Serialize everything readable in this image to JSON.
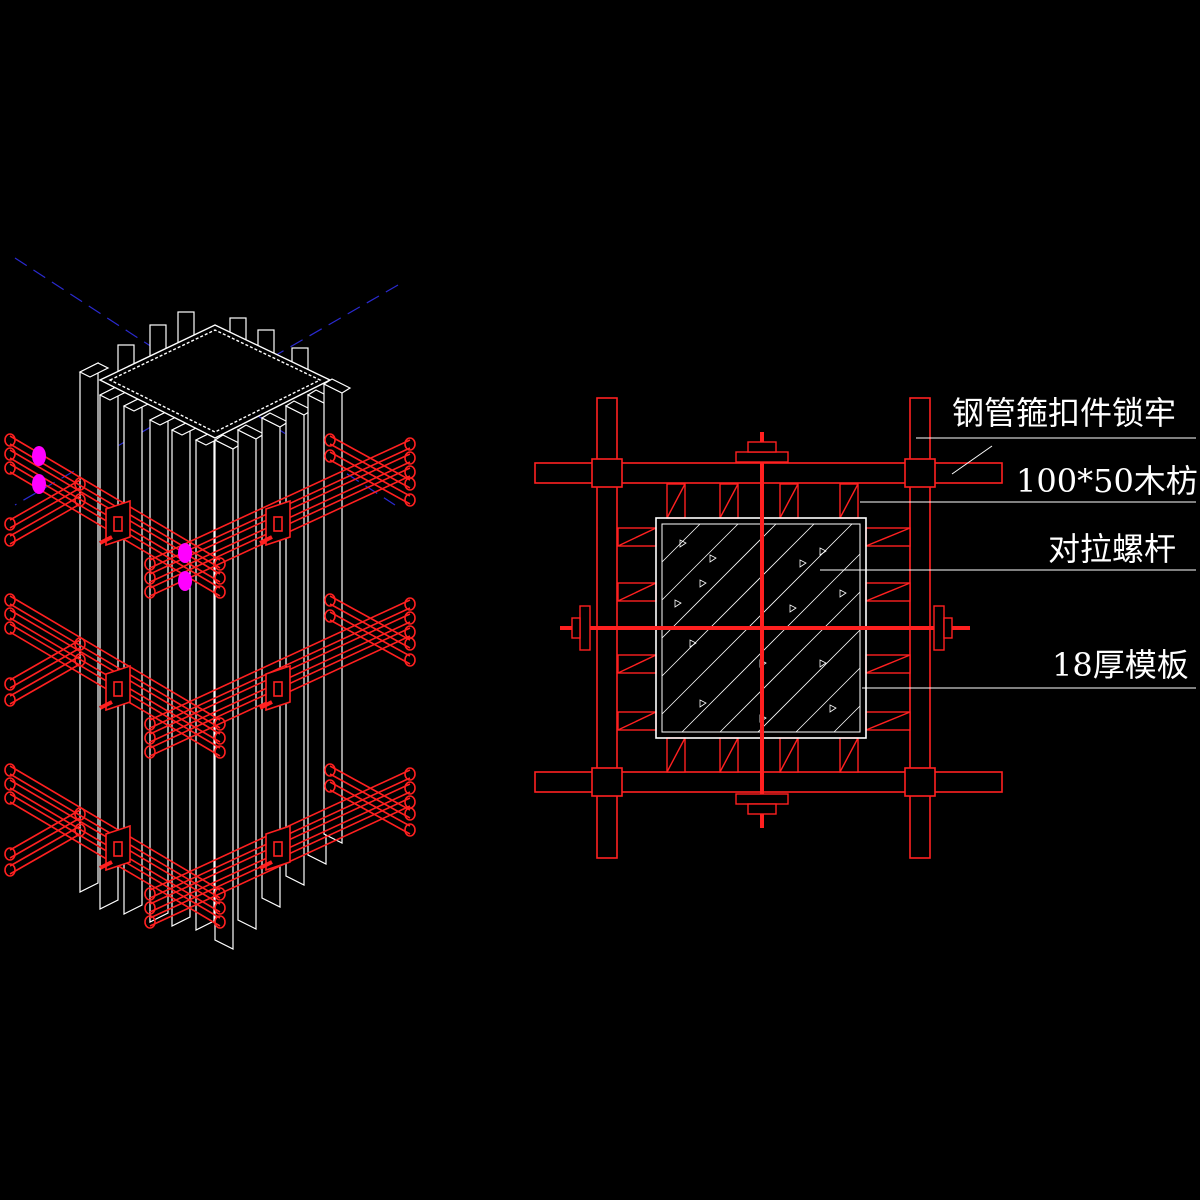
{
  "colors": {
    "background": "#000000",
    "formwork": "#ffffff",
    "steel": "#ff2020",
    "axis": "#2a2ad0",
    "marker": "#ff00ff"
  },
  "labels": {
    "steel_hoop": "钢管箍扣件锁牢",
    "timber": "100*50木枋",
    "tie_rod": "对拉螺杆",
    "formwork": "18厚模板"
  }
}
